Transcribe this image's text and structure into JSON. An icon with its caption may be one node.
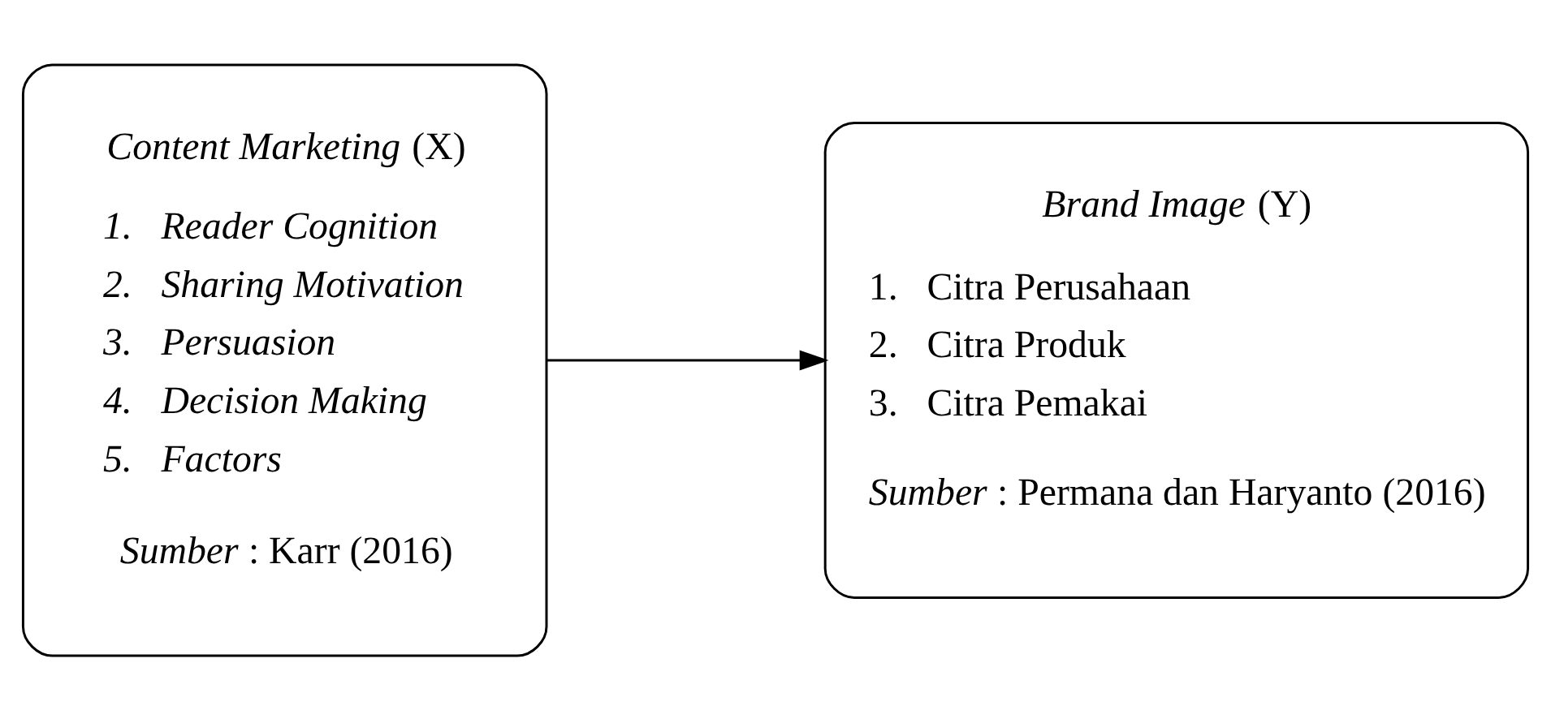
{
  "diagram": {
    "nodes": [
      {
        "text": [
          "*Content Marketing* (X)",
          "*1.   Reader Cognition*",
          "*2.   Sharing Motivation*",
          "*3.   Persuasion*",
          "*4.   Decision Making*",
          "*5.   Factors*",
          "*Sumber* : Karr (2016)"
        ]
      },
      {
        "text": [
          "*Brand Image* (Y)",
          "1.   Citra Perusahaan",
          "2.   Citra Produk",
          "3.   Citra Pemakai",
          "*Sumber* : Permana dan Haryanto (2016)"
        ]
      }
    ],
    "edges": [
      {
        "from": 0,
        "to": 1,
        "arrow": "to"
      }
    ]
  }
}
